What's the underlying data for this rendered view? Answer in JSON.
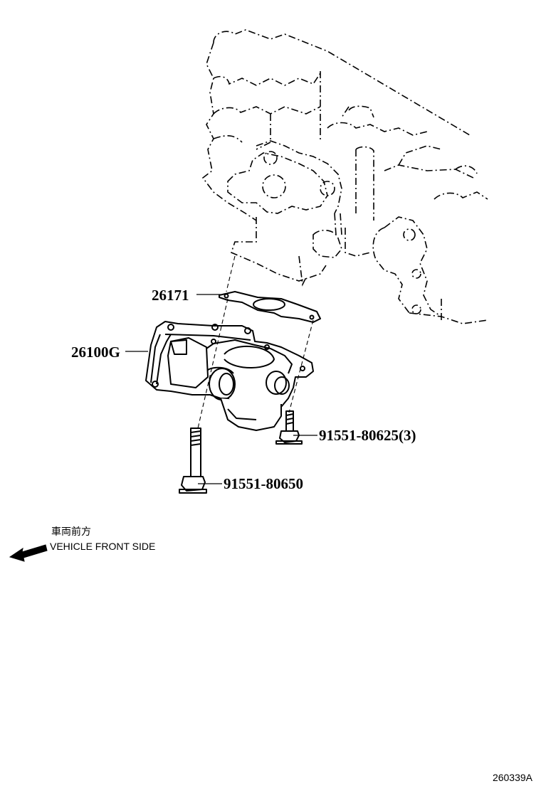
{
  "diagram": {
    "callouts": [
      {
        "id": "gasket",
        "part_number": "26171"
      },
      {
        "id": "throttle_body",
        "part_number": "26100G"
      },
      {
        "id": "short_bolt",
        "part_number": "91551-80625(3)"
      },
      {
        "id": "long_bolt",
        "part_number": "91551-80650"
      }
    ],
    "direction_note": {
      "label_jp": "車両前方",
      "label_en": "VEHICLE FRONT SIDE"
    },
    "reference_code": "260339A"
  }
}
